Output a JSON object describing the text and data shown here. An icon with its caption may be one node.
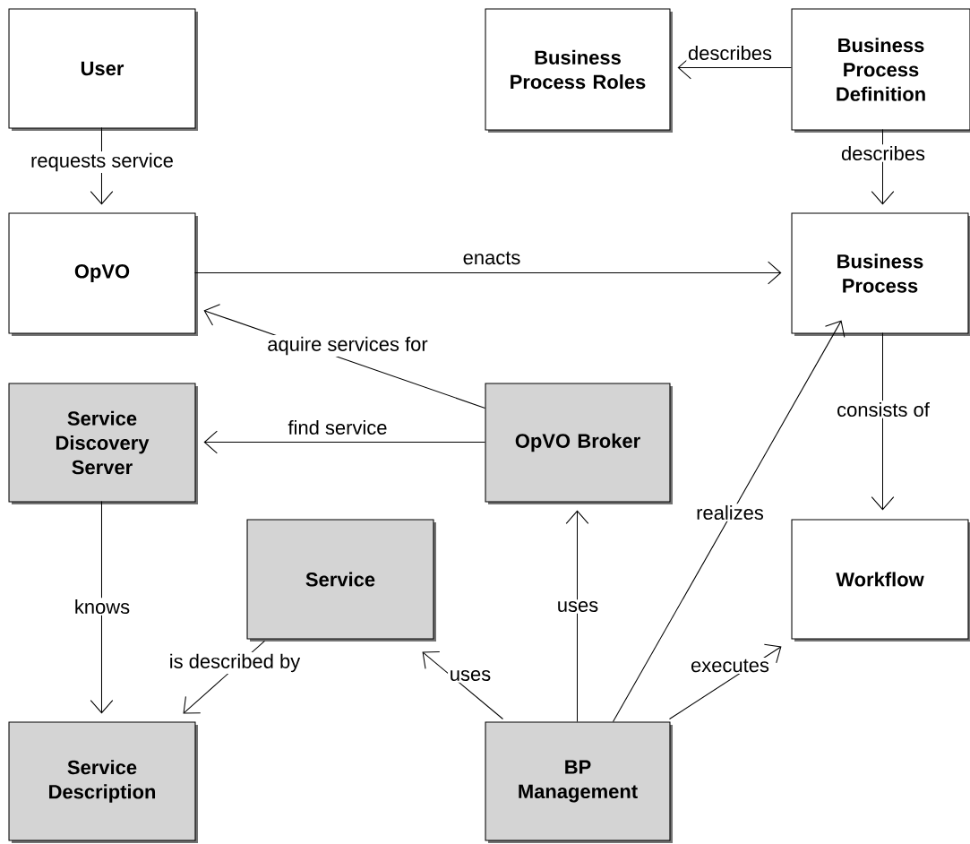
{
  "diagram": {
    "nodes": [
      {
        "text": [
          "User"
        ]
      },
      {
        "text": [
          "Business Process Roles"
        ]
      },
      {
        "text": [
          "Business Process Definition"
        ]
      },
      {
        "text": [
          "OpVO"
        ]
      },
      {
        "text": [
          "Business Process"
        ]
      },
      {
        "text": [
          "Service Discovery Server"
        ]
      },
      {
        "text": [
          "OpVO Broker"
        ]
      },
      {
        "text": [
          "Service"
        ]
      },
      {
        "text": [
          "Workflow"
        ]
      },
      {
        "text": [
          "Service Description"
        ]
      },
      {
        "text": [
          "BP Management"
        ]
      }
    ],
    "edges": [
      {
        "from": 0,
        "to": 3,
        "arrow": "to",
        "label": "requests service"
      },
      {
        "from": 2,
        "to": 1,
        "arrow": "to",
        "label": "describes"
      },
      {
        "from": 2,
        "to": 4,
        "arrow": "to",
        "label": "describes"
      },
      {
        "from": 3,
        "to": 4,
        "arrow": "to",
        "label": "enacts"
      },
      {
        "from": 6,
        "to": 3,
        "arrow": "to",
        "label": "aquire services for"
      },
      {
        "from": 6,
        "to": 5,
        "arrow": "to",
        "label": "find service"
      },
      {
        "from": 4,
        "to": 8,
        "arrow": "to",
        "label": "consists of"
      },
      {
        "from": 5,
        "to": 9,
        "arrow": "to",
        "label": "knows"
      },
      {
        "from": 7,
        "to": 9,
        "arrow": "to",
        "label": "is described by"
      },
      {
        "from": 10,
        "to": 7,
        "arrow": "to",
        "label": "uses"
      },
      {
        "from": 10,
        "to": 6,
        "arrow": "to",
        "label": "uses"
      },
      {
        "from": 10,
        "to": 4,
        "arrow": "to",
        "label": "realizes"
      },
      {
        "from": 10,
        "to": 8,
        "arrow": "to",
        "label": "executes"
      }
    ]
  }
}
